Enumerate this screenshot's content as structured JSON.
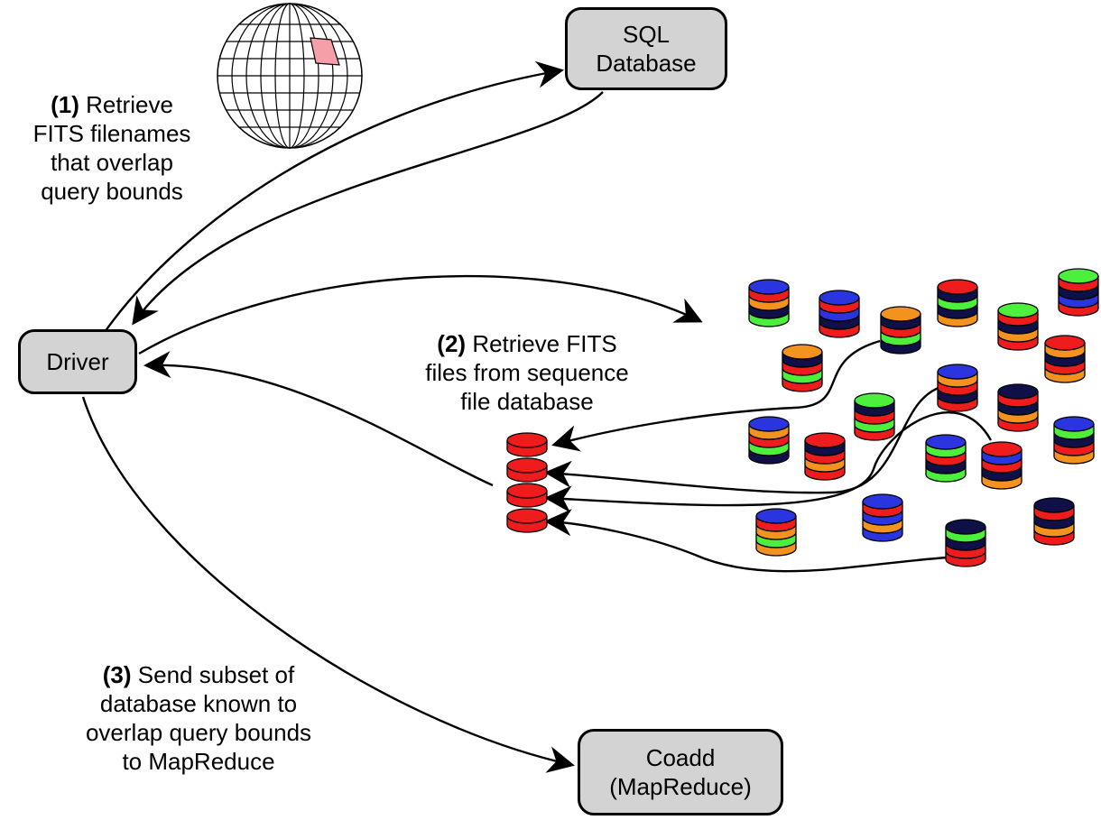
{
  "nodes": {
    "sql": {
      "line1": "SQL",
      "line2": "Database"
    },
    "driver": {
      "label": "Driver"
    },
    "coadd": {
      "line1": "Coadd",
      "line2": "(MapReduce)"
    }
  },
  "steps": {
    "step1": {
      "num": "(1)",
      "text1": "Retrieve",
      "line2": "FITS filenames",
      "line3": "that overlap",
      "line4": "query bounds"
    },
    "step2": {
      "num": "(2)",
      "text1": "Retrieve FITS",
      "line2": "files from sequence",
      "line3": "file database"
    },
    "step3": {
      "num": "(3)",
      "text1": "Send subset of",
      "line2": "database known to",
      "line3": "overlap query bounds",
      "line4": "to MapReduce"
    }
  },
  "colors": {
    "box_fill": "#d3d3d3",
    "red": "#ee1c1c",
    "blue": "#2a35e0",
    "green": "#4cf03c",
    "orange": "#f4921e",
    "navy": "#101048",
    "sky_patch": "#f5a0a8"
  },
  "icons": {
    "globe": "sky-globe-icon",
    "database_cylinder": "database-cylinder-icon",
    "record_disk": "record-disk-icon"
  }
}
